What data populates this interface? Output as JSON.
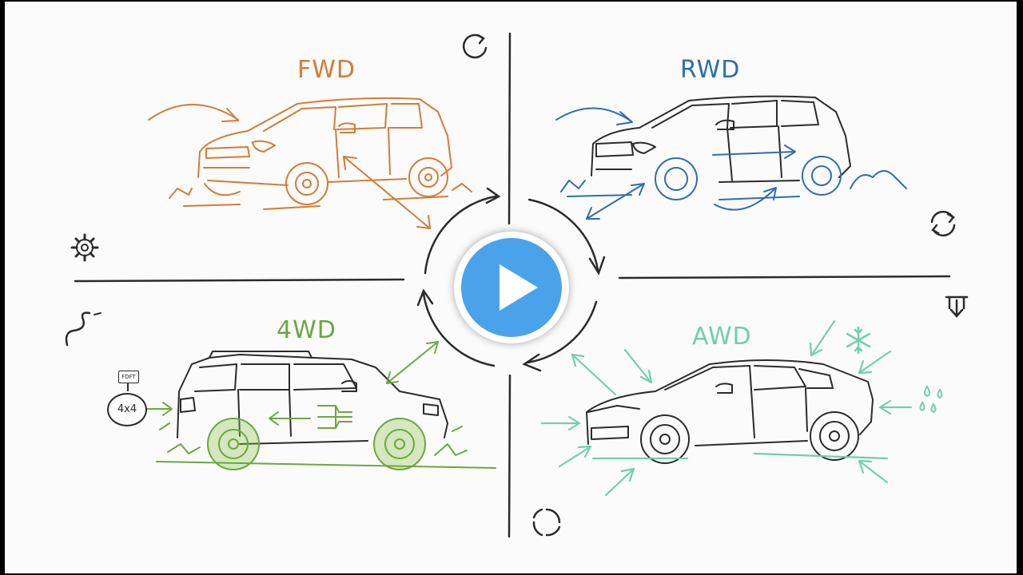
{
  "quadrants": {
    "fwd": {
      "label": "FWD",
      "color": "#d77a36"
    },
    "rwd": {
      "label": "RWD",
      "color": "#2f6cb3"
    },
    "fourwd": {
      "label": "4WD",
      "color": "#6aa83f"
    },
    "awd": {
      "label": "AWD",
      "color": "#6fcfb0"
    }
  },
  "badge": {
    "top": "FDFT",
    "main": "4x4"
  },
  "icons": [
    "refresh-icon",
    "gear-icon",
    "cycle-icon",
    "squiggle-icon",
    "download-icon",
    "loop-icon",
    "snowflake-icon",
    "droplets-icon"
  ],
  "ink_color": "#2b2b2b",
  "play_color": "#4aa3ea"
}
